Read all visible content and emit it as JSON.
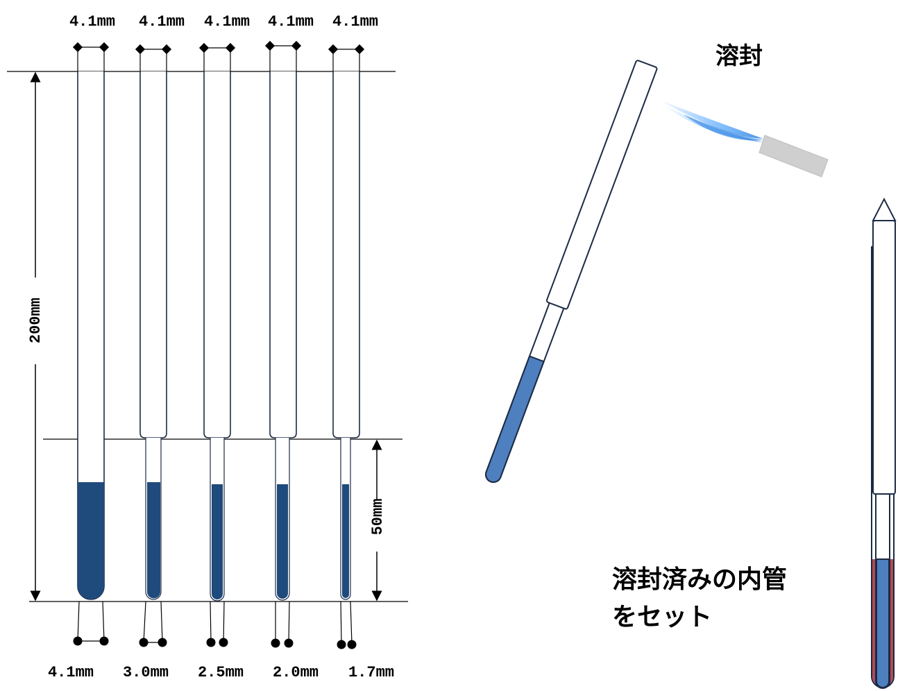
{
  "top_diameters": [
    "4.1mm",
    "4.1mm",
    "4.1mm",
    "4.1mm",
    "4.1mm"
  ],
  "bottom_diameters": [
    "4.1mm",
    "3.0mm",
    "2.5mm",
    "2.0mm",
    "1.7mm"
  ],
  "total_length_label": "200mm",
  "tip_length_label": "50mm",
  "seal_label": "溶封",
  "insert_label_line1": "溶封済みの内管",
  "insert_label_line2": "をセット",
  "colors": {
    "outline": "#1b2a44",
    "sample_dark": "#1f4a7c",
    "sample_light": "#4e7fbf",
    "outer_liquid": "#b04a55",
    "flame": "#4aa3ff",
    "burner": "#c8c8c8"
  }
}
